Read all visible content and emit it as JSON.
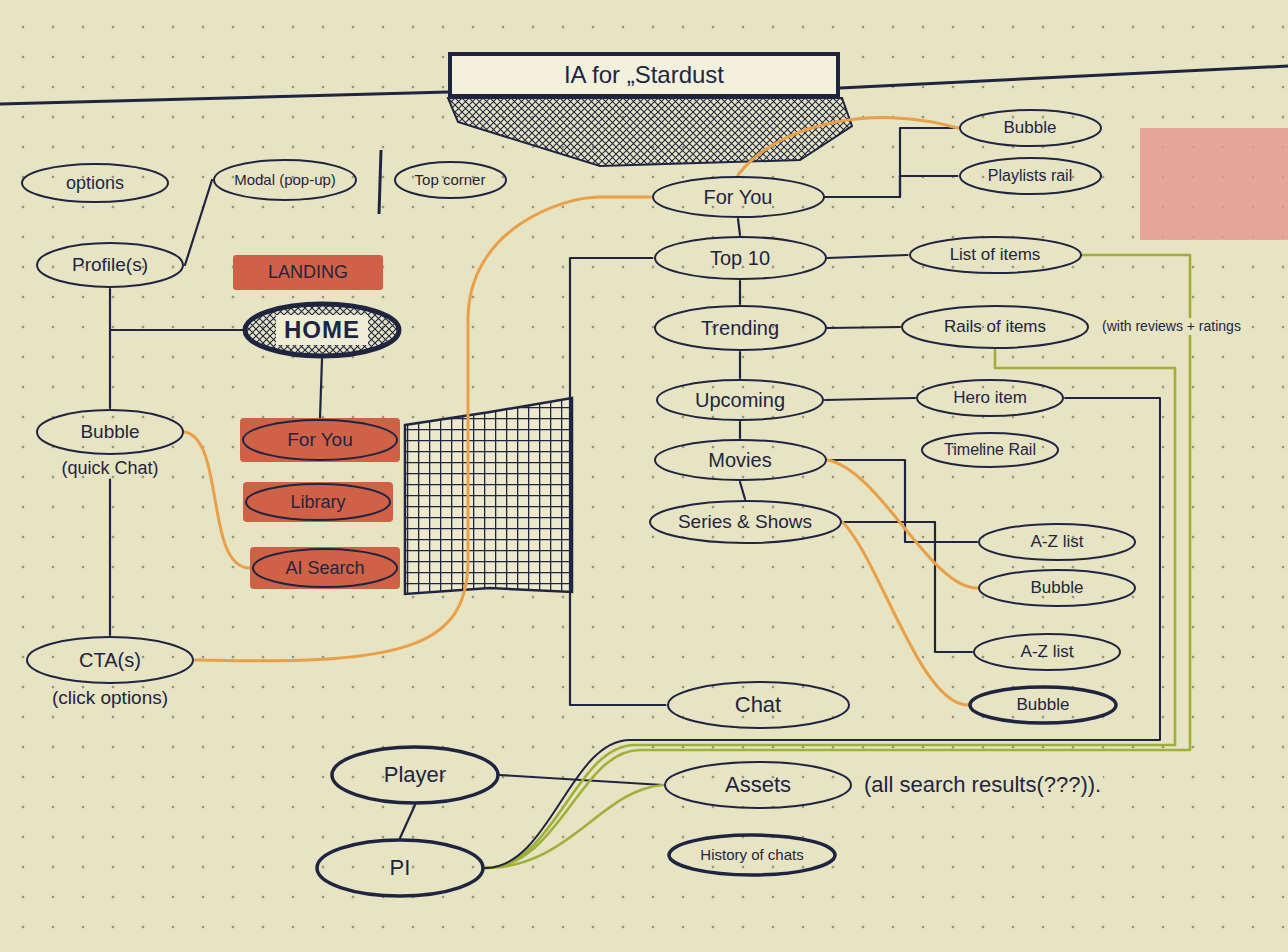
{
  "diagram": {
    "title": "IA for „Stardust",
    "nodes": [
      {
        "text": [
          "options"
        ]
      },
      {
        "text": [
          "Modal (pop-up)"
        ]
      },
      {
        "text": [
          "Top corner"
        ]
      },
      {
        "text": [
          "Profile(s)"
        ]
      },
      {
        "text": [
          "LANDING"
        ]
      },
      {
        "text": [
          "HOME"
        ]
      },
      {
        "text": [
          "For You"
        ]
      },
      {
        "text": [
          "Library"
        ]
      },
      {
        "text": [
          "AI Search"
        ]
      },
      {
        "text": [
          "Bubble",
          "(quick Chat)"
        ]
      },
      {
        "text": [
          "CTA(s)",
          "(click options)"
        ]
      },
      {
        "text": [
          "For You"
        ]
      },
      {
        "text": [
          "Bubble"
        ]
      },
      {
        "text": [
          "Playlists rail"
        ]
      },
      {
        "text": [
          "Top 10"
        ]
      },
      {
        "text": [
          "List of items"
        ]
      },
      {
        "text": [
          "Trending"
        ]
      },
      {
        "text": [
          "Rails of items"
        ]
      },
      {
        "text": [
          "Upcoming"
        ]
      },
      {
        "text": [
          "Hero item"
        ]
      },
      {
        "text": [
          "Timeline Rail"
        ]
      },
      {
        "text": [
          "Movies"
        ]
      },
      {
        "text": [
          "Series & Shows"
        ]
      },
      {
        "text": [
          "A-Z list"
        ]
      },
      {
        "text": [
          "Bubble"
        ]
      },
      {
        "text": [
          "A-Z list"
        ]
      },
      {
        "text": [
          "Bubble"
        ]
      },
      {
        "text": [
          "Chat"
        ]
      },
      {
        "text": [
          "Player"
        ]
      },
      {
        "text": [
          "Assets"
        ]
      },
      {
        "text": [
          "PI"
        ]
      },
      {
        "text": [
          "History of chats"
        ]
      }
    ],
    "edges": [
      {
        "from": 3,
        "to": 1,
        "arrow": "none"
      },
      {
        "from": 5,
        "to": 3,
        "arrow": "none"
      },
      {
        "from": 5,
        "to": 9,
        "arrow": "none"
      },
      {
        "from": 9,
        "to": 10,
        "arrow": "none"
      },
      {
        "from": 5,
        "to": 6,
        "arrow": "none"
      },
      {
        "from": 11,
        "to": 12,
        "arrow": "none"
      },
      {
        "from": 11,
        "to": 13,
        "arrow": "none"
      },
      {
        "from": 11,
        "to": 14,
        "arrow": "none"
      },
      {
        "from": 14,
        "to": 16,
        "arrow": "none"
      },
      {
        "from": 16,
        "to": 18,
        "arrow": "none"
      },
      {
        "from": 18,
        "to": 21,
        "arrow": "none"
      },
      {
        "from": 21,
        "to": 22,
        "arrow": "none"
      },
      {
        "from": 14,
        "to": 15,
        "arrow": "none"
      },
      {
        "from": 16,
        "to": 17,
        "arrow": "none"
      },
      {
        "from": 18,
        "to": 19,
        "arrow": "none"
      },
      {
        "from": 21,
        "to": 23,
        "arrow": "none"
      },
      {
        "from": 22,
        "to": 25,
        "arrow": "none"
      },
      {
        "from": 14,
        "to": 27,
        "arrow": "none"
      },
      {
        "from": 28,
        "to": 30,
        "arrow": "none"
      },
      {
        "from": 28,
        "to": 29,
        "arrow": "none"
      },
      {
        "from": 30,
        "to": 29,
        "arrow": "none"
      },
      {
        "from": 30,
        "to": 15,
        "arrow": "none"
      },
      {
        "from": 30,
        "to": 17,
        "arrow": "none"
      },
      {
        "from": 30,
        "to": 19,
        "arrow": "none"
      },
      {
        "from": 9,
        "to": 8,
        "arrow": "none"
      },
      {
        "from": 10,
        "to": 11,
        "arrow": "none"
      },
      {
        "from": 21,
        "to": 24,
        "arrow": "none"
      },
      {
        "from": 22,
        "to": 26,
        "arrow": "none"
      },
      {
        "from": 11,
        "to": 12,
        "arrow": "none"
      }
    ],
    "labels": [
      "(with reviews + ratings",
      "(all search results(???))."
    ]
  }
}
